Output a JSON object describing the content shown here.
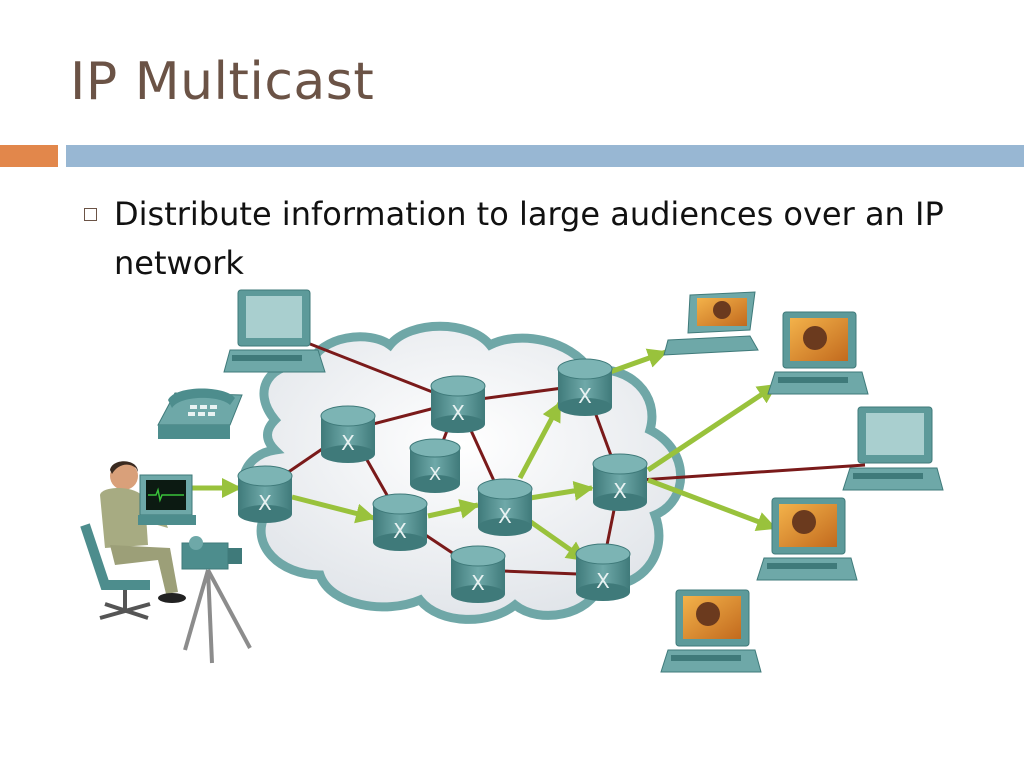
{
  "slide": {
    "title": "IP Multicast",
    "bullets": [
      "Distribute information to large audiences over an IP network"
    ]
  },
  "diagram": {
    "colors": {
      "cloud_fill": "#eef0f3",
      "cloud_stroke": "#5e9a9a",
      "router": "#4d8d8d",
      "multicast_flow": "#99c23c",
      "link": "#8a1d1d"
    },
    "routers": [
      "r1",
      "r2",
      "r3",
      "r4",
      "r5",
      "r6",
      "r7",
      "r8",
      "r9",
      "r10"
    ],
    "receivers": [
      "laptop-top",
      "monitor-top-right",
      "monitor-right",
      "monitor-mid-right",
      "monitor-bottom"
    ],
    "sources": [
      "workstation-top-left",
      "phone",
      "presenter",
      "video-camera"
    ]
  }
}
